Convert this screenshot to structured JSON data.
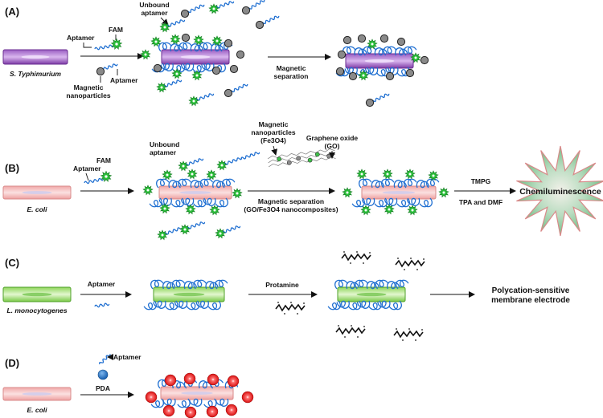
{
  "panels": {
    "A": {
      "label": "(A)",
      "aptamer": "Aptamer",
      "fam": "FAM",
      "magnetic_nanoparticles": [
        "Magnetic",
        "nanoparticles"
      ],
      "aptamer_lower": "Aptamer",
      "unbound_aptamer": [
        "Unbound",
        "aptamer"
      ],
      "magnetic_separation": [
        "Magnetic",
        "separation"
      ],
      "bacterium": "S. Typhimurium"
    },
    "B": {
      "label": "(B)",
      "aptamer": "Aptamer",
      "fam": "FAM",
      "unbound_aptamer": [
        "Unbound",
        "aptamer"
      ],
      "magnetic_np": [
        "Magnetic",
        "nanoparticles",
        "(Fe3O4)"
      ],
      "graphene_oxide": [
        "Graphene oxide",
        "(GO)"
      ],
      "magnetic_separation": [
        "Magnetic separation",
        "(GO/Fe3O4 nanocomposites)"
      ],
      "tmpg": "TMPG",
      "tpa_dmf": "TPA and DMF",
      "chemiluminescence": "Chemiluminescence",
      "bacterium": "E. coli"
    },
    "C": {
      "label": "(C)",
      "aptamer": "Aptamer",
      "protamine": "Protamine",
      "electrode": [
        "Polycation-sensitive",
        "membrane electrode"
      ],
      "bacterium": "L. monocytogenes"
    },
    "D": {
      "label": "(D)",
      "aptamer": "Aptamer",
      "pda": "PDA",
      "bacterium": "E. coli"
    }
  },
  "colors": {
    "purple": "#8b3fb3",
    "pink": "#f2b3b3",
    "green": "#7fd14a",
    "fam_green": "#2bbf3a",
    "aptamer_blue": "#1f6fd1",
    "nanoparticle_gray": "#8a8a8a",
    "pda_blue": "#1e73c8",
    "red_particle": "#e01818"
  }
}
